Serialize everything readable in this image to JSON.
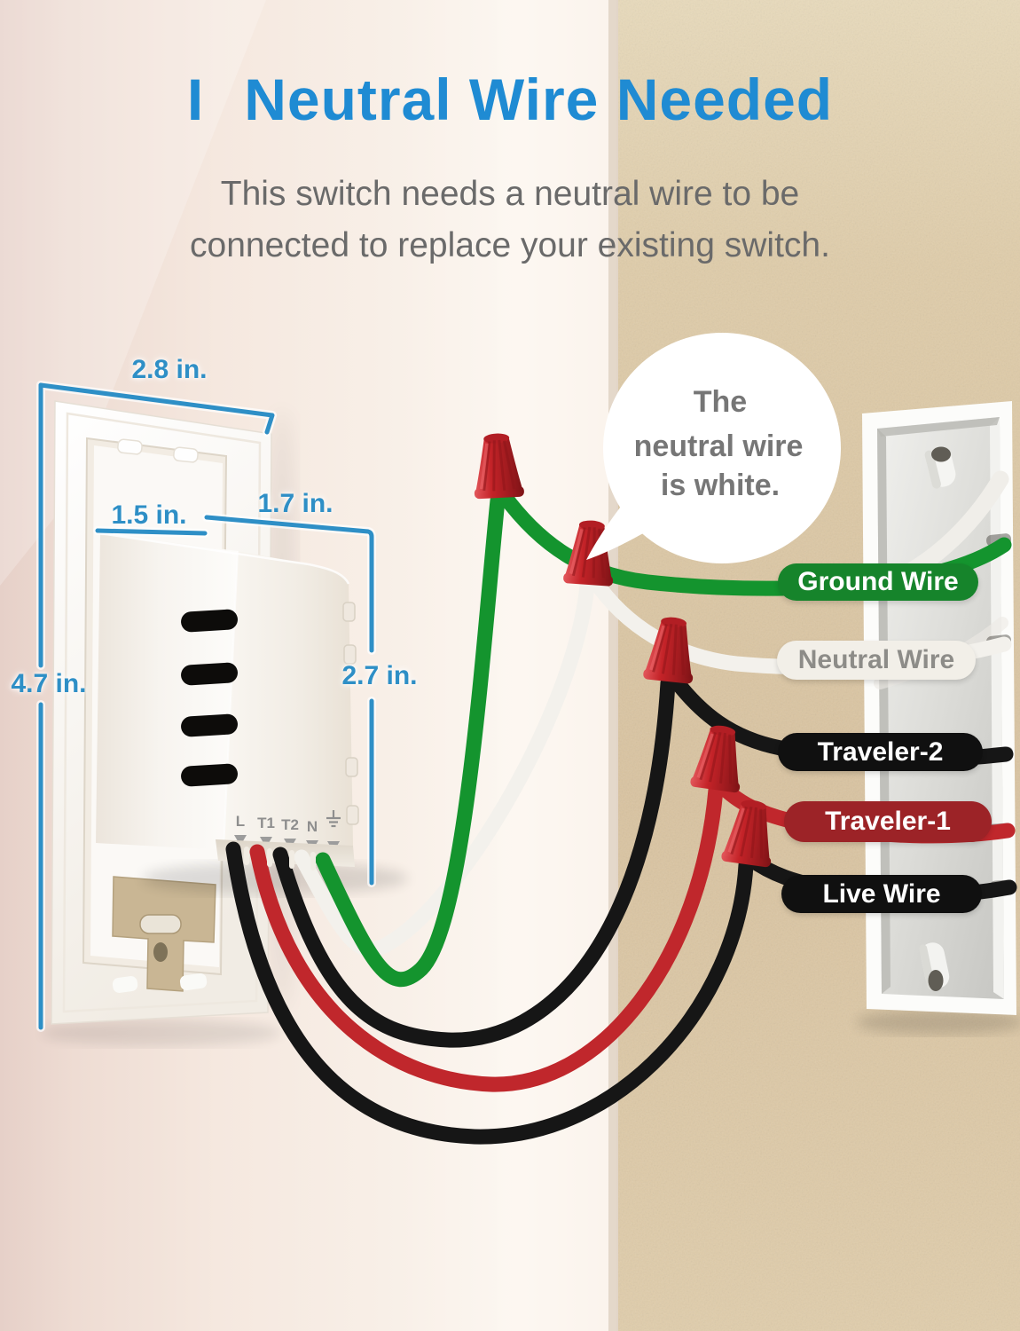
{
  "header": {
    "title_prefix": "I",
    "title": "Neutral Wire Needed",
    "subtitle_line1": "This switch needs a neutral wire to be",
    "subtitle_line2": "connected to replace your existing switch."
  },
  "dimensions": {
    "plate_width": "2.8 in.",
    "rocker_width": "1.5 in.",
    "module_depth": "1.7 in.",
    "plate_height": "4.7 in.",
    "module_height": "2.7 in."
  },
  "speech_bubble": {
    "line1": "The",
    "line2": "neutral wire",
    "line3": "is white."
  },
  "wire_labels": {
    "ground": {
      "label": "Ground Wire",
      "bg": "#16842b",
      "text_color": "#ffffff"
    },
    "neutral": {
      "label": "Neutral Wire",
      "bg": "#f2efe8",
      "text_color": "#8d8c88"
    },
    "traveler2": {
      "label": "Traveler-2",
      "bg": "#101010",
      "text_color": "#ffffff"
    },
    "traveler1": {
      "label": "Traveler-1",
      "bg": "#9c2327",
      "text_color": "#ffffff"
    },
    "live": {
      "label": "Live Wire",
      "bg": "#101010",
      "text_color": "#ffffff"
    }
  },
  "switch_module": {
    "terminals": [
      "L",
      "T1",
      "T2",
      "N"
    ]
  },
  "colors": {
    "title_blue": "#1f8bd3",
    "dimension_blue": "#2e8fc6",
    "ground_wire_green": "#14942e",
    "neutral_wire_white": "#f3f1ec",
    "live_wire_black": "#161616",
    "traveler_wire_red": "#c0272c",
    "wire_nut_red": "#c0272c",
    "wall_tan": "#dcc7a4"
  }
}
